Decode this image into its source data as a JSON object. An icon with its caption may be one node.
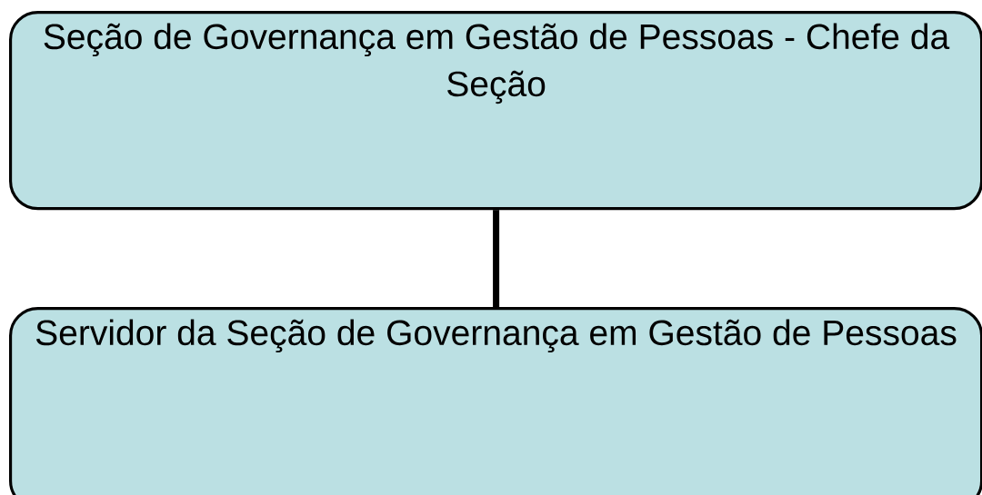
{
  "diagram": {
    "nodes": [
      {
        "text": [
          "Seção de Governança em Gestão de Pessoas - Chefe da Seção"
        ]
      },
      {
        "text": [
          "Servidor da Seção de Governança em Gestão de Pessoas"
        ]
      }
    ],
    "edges": [
      {
        "from": 0,
        "to": 1,
        "arrow": "none"
      }
    ]
  }
}
